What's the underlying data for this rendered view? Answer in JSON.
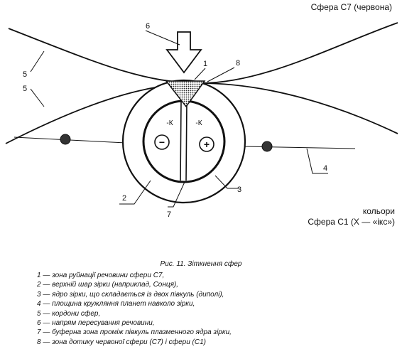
{
  "labels": {
    "sphere_c7": "Сфера С7 (червона)",
    "colors": "кольори",
    "sphere_c1": "Сфера С1 (Х — «ікс»)",
    "minus": "−",
    "plus": "+",
    "charge_left": "-К",
    "charge_right": "-К"
  },
  "numbers": [
    "1",
    "2",
    "3",
    "4",
    "5",
    "5",
    "6",
    "7",
    "8"
  ],
  "caption": "Рис. 11. Зіткнення сфер",
  "legend": [
    "1 — зона руйнації речовини сфери С7,",
    "2 — верхній шар зірки (наприклад, Сонця),",
    "3 — ядро зірки, що складається із двох півкуль (диполі),",
    "4 — площина кружляння планет навколо зірки,",
    "5 — кордони сфер,",
    "6 — напрям пересування речовини,",
    "7 — буферна зона проміж півкуль плазменного ядра зірки,",
    "8 — зона дотику червоної сфери (С7) і сфери (С1)"
  ],
  "colors": {
    "ink": "#111111",
    "background": "#ffffff"
  }
}
